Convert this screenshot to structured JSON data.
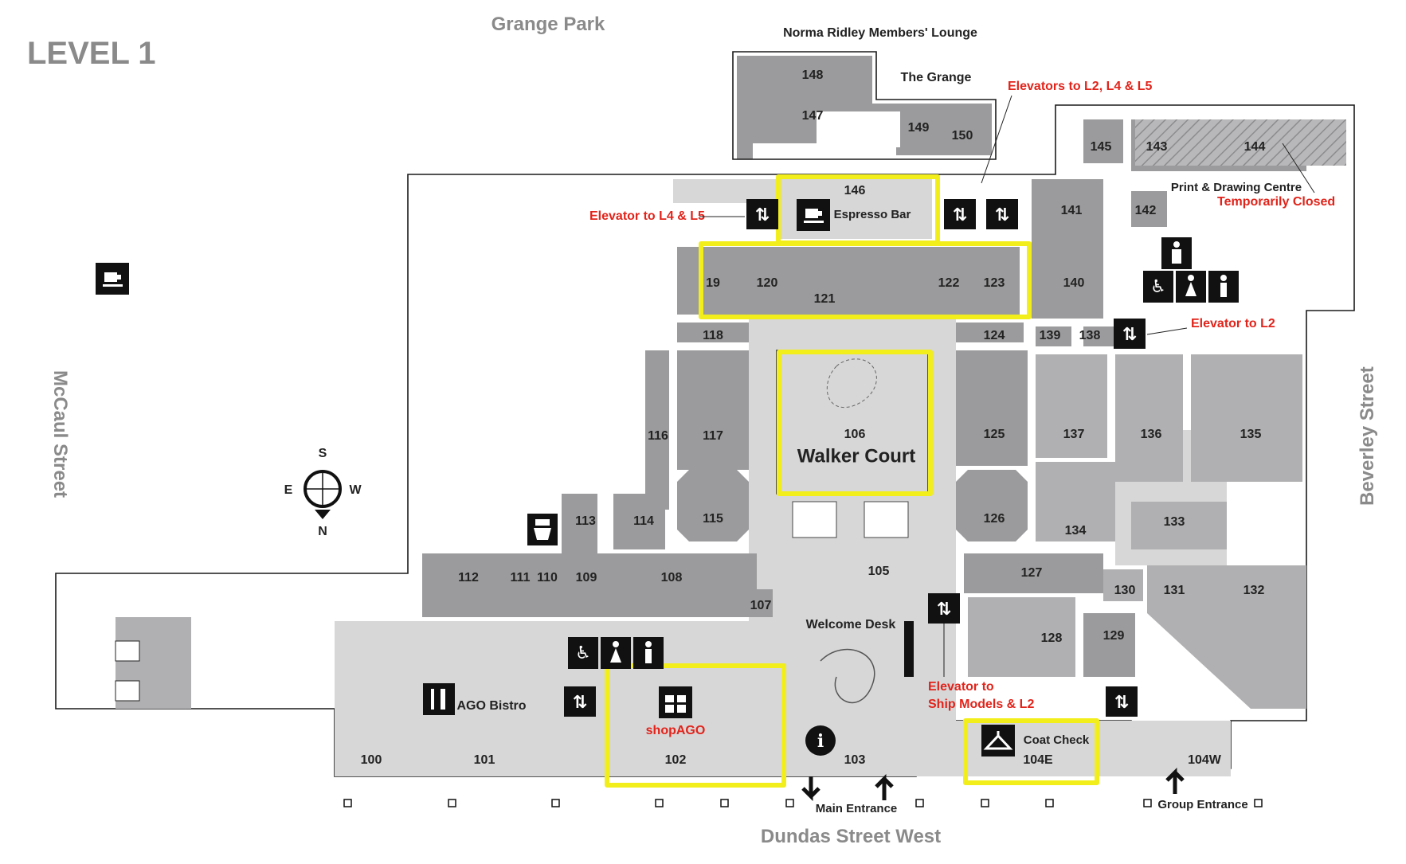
{
  "title": "LEVEL 1",
  "streets": {
    "north": "Grange Park",
    "south": "Dundas Street West",
    "east_side": "Beverley Street",
    "west_side": "McCaul Street"
  },
  "compass": {
    "s": "S",
    "n": "N",
    "e": "E",
    "w": "W"
  },
  "places": {
    "members_lounge": "Norma Ridley Members' Lounge",
    "grange": "The Grange",
    "espresso_bar": "Espresso Bar",
    "walker_court": "Walker Court",
    "welcome_desk": "Welcome Desk",
    "bistro": "AGO Bistro",
    "shop": "shopAGO",
    "coat_check": "Coat Check",
    "main_entrance": "Main Entrance",
    "group_entrance": "Group Entrance",
    "print_centre": "Print & Drawing Centre"
  },
  "notes": {
    "elevators_l2_l4_l5": "Elevators to L2, L4 & L5",
    "elevator_l4_l5": "Elevator to L4 & L5",
    "elevator_l2": "Elevator to L2",
    "elevator_ship_1": "Elevator to",
    "elevator_ship_2": "Ship Models & L2",
    "temporarily_closed": "Temporarily Closed"
  },
  "rooms": {
    "r100": "100",
    "r101": "101",
    "r102": "102",
    "r103": "103",
    "r104e": "104E",
    "r104w": "104W",
    "r105": "105",
    "r106": "106",
    "r107": "107",
    "r108": "108",
    "r109": "109",
    "r110": "110",
    "r111": "111",
    "r112": "112",
    "r113": "113",
    "r114": "114",
    "r115": "115",
    "r116": "116",
    "r117": "117",
    "r118": "118",
    "r119": "19",
    "r120": "120",
    "r121": "121",
    "r122": "122",
    "r123": "123",
    "r124": "124",
    "r125": "125",
    "r126": "126",
    "r127": "127",
    "r128": "128",
    "r129": "129",
    "r130": "130",
    "r131": "131",
    "r132": "132",
    "r133": "133",
    "r134": "134",
    "r135": "135",
    "r136": "136",
    "r137": "137",
    "r138": "138",
    "r139": "139",
    "r140": "140",
    "r141": "141",
    "r142": "142",
    "r143": "143",
    "r144": "144",
    "r145": "145",
    "r146": "146",
    "r147": "147",
    "r148": "148",
    "r149": "149",
    "r150": "150"
  },
  "colors": {
    "gallery": "#9b9b9d",
    "public": "#d7d7d8",
    "service": "#b0b0b2",
    "highlight": "#f2ee1c",
    "note": "#e2231a",
    "street": "#8a8a8a"
  }
}
